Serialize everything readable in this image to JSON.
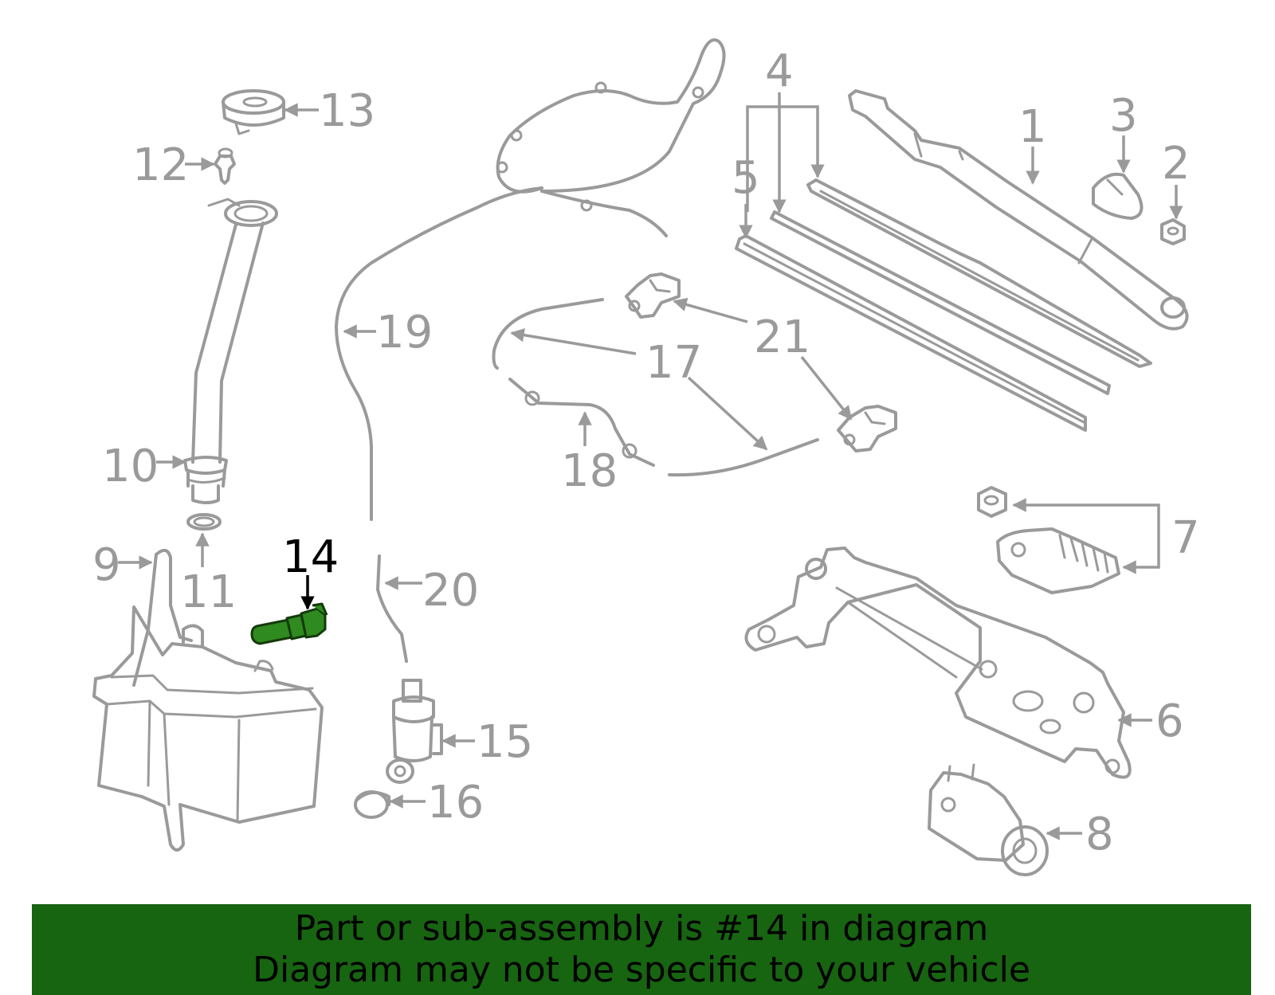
{
  "diagram": {
    "highlight_color": "#2f8a1f",
    "line_color": "#9a9a9a",
    "callouts": [
      {
        "id": "1",
        "label": "1"
      },
      {
        "id": "2",
        "label": "2"
      },
      {
        "id": "3",
        "label": "3"
      },
      {
        "id": "4",
        "label": "4"
      },
      {
        "id": "5",
        "label": "5"
      },
      {
        "id": "6",
        "label": "6"
      },
      {
        "id": "7",
        "label": "7"
      },
      {
        "id": "8",
        "label": "8"
      },
      {
        "id": "9",
        "label": "9"
      },
      {
        "id": "10",
        "label": "10"
      },
      {
        "id": "11",
        "label": "11"
      },
      {
        "id": "12",
        "label": "12"
      },
      {
        "id": "13",
        "label": "13"
      },
      {
        "id": "14",
        "label": "14",
        "highlighted": true
      },
      {
        "id": "15",
        "label": "15"
      },
      {
        "id": "16",
        "label": "16"
      },
      {
        "id": "17",
        "label": "17"
      },
      {
        "id": "18",
        "label": "18"
      },
      {
        "id": "19",
        "label": "19"
      },
      {
        "id": "20",
        "label": "20"
      },
      {
        "id": "21",
        "label": "21"
      }
    ]
  },
  "banner": {
    "background": "#176411",
    "line1": "Part or sub-assembly is #14 in diagram",
    "line2": "Diagram may not be specific to your vehicle"
  }
}
